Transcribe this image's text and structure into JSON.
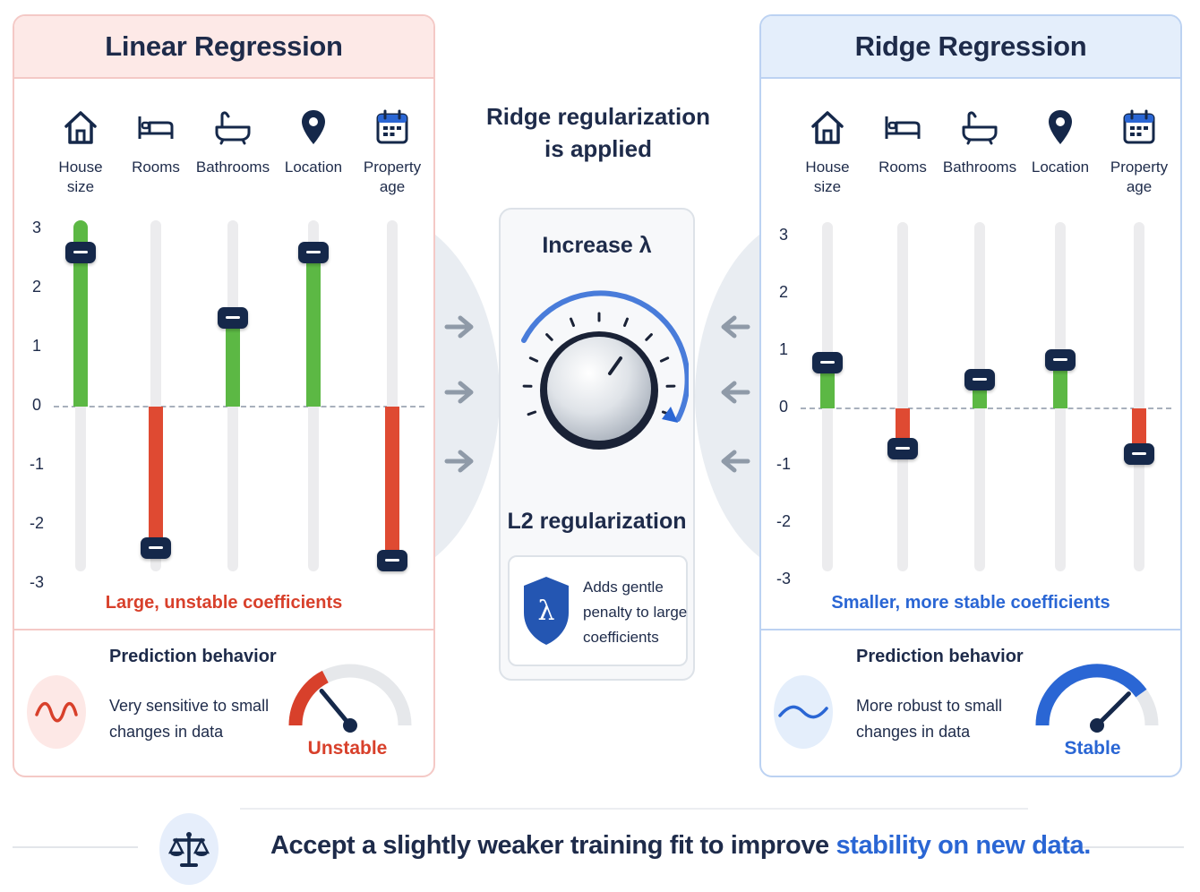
{
  "left_panel": {
    "title": "Linear Regression",
    "caption": "Large, unstable coefficients",
    "behavior_title": "Prediction behavior",
    "behavior_desc": "Very sensitive to small changes in data",
    "gauge_label": "Unstable",
    "gauge_level": 0.35
  },
  "right_panel": {
    "title": "Ridge Regression",
    "caption": "Smaller, more stable coefficients",
    "behavior_title": "Prediction behavior",
    "behavior_desc": "More robust to small changes in data",
    "gauge_label": "Stable",
    "gauge_level": 0.8
  },
  "features": [
    {
      "label": "House size",
      "icon": "house-icon"
    },
    {
      "label": "Rooms",
      "icon": "bed-icon"
    },
    {
      "label": "Bathrooms",
      "icon": "bathtub-icon"
    },
    {
      "label": "Location",
      "icon": "location-pin-icon"
    },
    {
      "label": "Property age",
      "icon": "calendar-icon"
    }
  ],
  "y_ticks": [
    "3",
    "2",
    "1",
    "0",
    "-1",
    "-2",
    "-3"
  ],
  "coefficients": {
    "linear": [
      2.6,
      -2.4,
      1.5,
      2.6,
      -2.6
    ],
    "ridge": [
      0.8,
      -0.7,
      0.5,
      0.85,
      -0.8
    ]
  },
  "center": {
    "title_line1": "Ridge regularization",
    "title_line2": "is applied",
    "increase_label": "Increase λ",
    "l2_label": "L2 regularization",
    "shield_symbol": "λ",
    "penalty_text": "Adds gentle penalty to large coefficients"
  },
  "footer": {
    "text_main": "Accept a slightly weaker training fit to improve ",
    "text_highlight": "stability on new data."
  },
  "colors": {
    "positive": "#5cb844",
    "negative": "#df4a32",
    "accent_blue": "#2a66d4",
    "accent_red": "#d8402b",
    "handle": "#15284a"
  }
}
